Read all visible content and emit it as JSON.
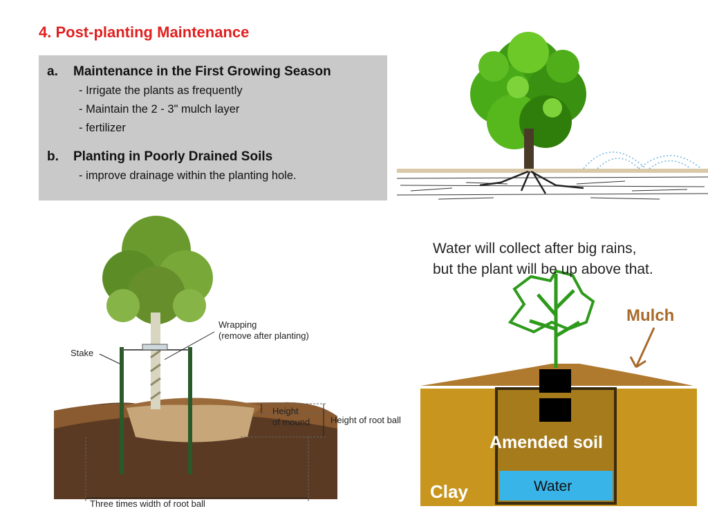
{
  "slide": {
    "title": "4.  Post-planting Maintenance",
    "sections": [
      {
        "letter": "a.",
        "heading": "Maintenance in the First Growing Season",
        "lines": [
          "- Irrigate the plants as frequently",
          "- Maintain the 2 - 3\" mulch layer",
          "- fertilizer"
        ]
      },
      {
        "letter": "b.",
        "heading": "Planting in Poorly Drained Soils",
        "lines": [
          "- improve drainage within the planting hole."
        ]
      }
    ]
  },
  "planting_diagram": {
    "stake_label": "Stake",
    "wrapping_label_1": "Wrapping",
    "wrapping_label_2": "(remove after planting)",
    "mound_label_1": "Height",
    "mound_label_2": "of mound",
    "root_ball_label": "Height of root ball",
    "width_label": "Three times width of root ball"
  },
  "mound_diagram": {
    "caption_1": "Water will collect after big rains,",
    "caption_2": "but the plant will be up above that.",
    "mulch_label": "Mulch",
    "amended_label": "Amended soil",
    "water_label": "Water",
    "clay_label": "Clay",
    "colors": {
      "clay": "#c8961e",
      "mulch": "#b07a2e",
      "water": "#38b4e8",
      "label": "#a86a2a"
    }
  }
}
